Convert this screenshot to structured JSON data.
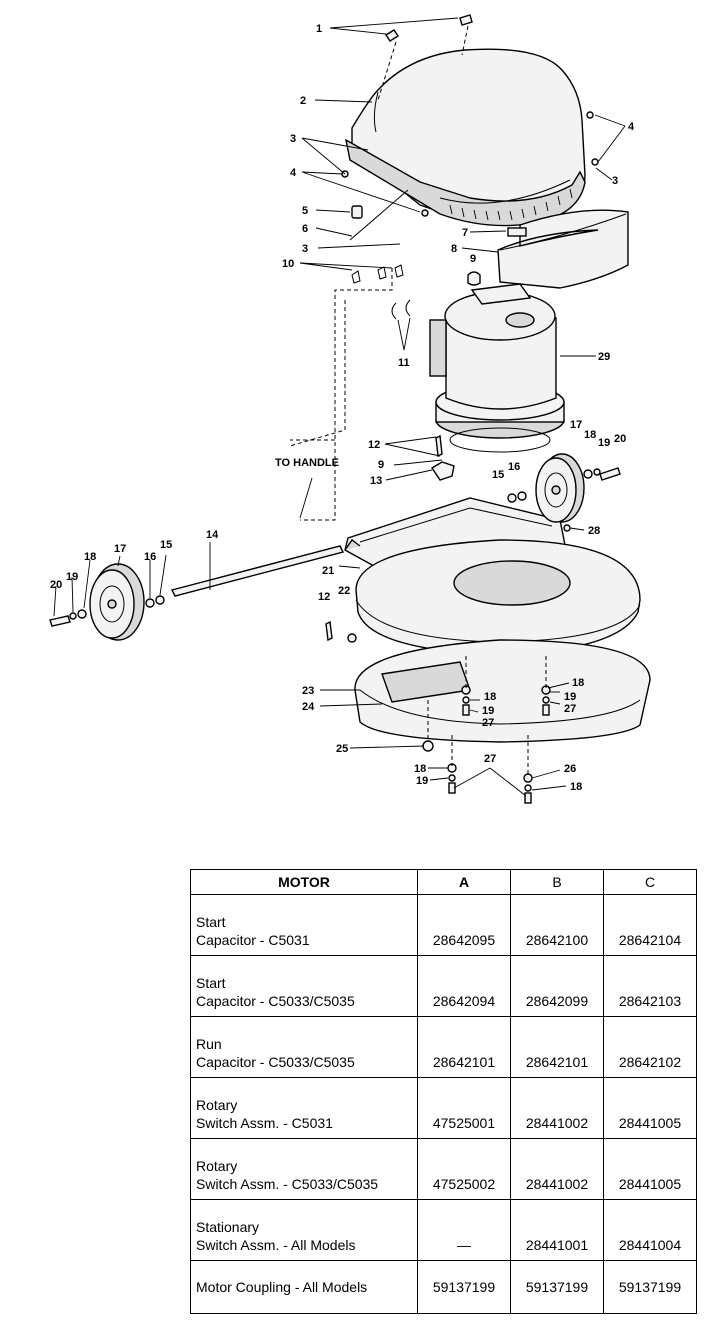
{
  "diagram": {
    "callouts": [
      "1",
      "2",
      "3",
      "4",
      "3",
      "4",
      "5",
      "6",
      "7",
      "3",
      "8",
      "9",
      "10",
      "11",
      "29",
      "12",
      "9",
      "13",
      "17",
      "18",
      "19",
      "20",
      "15",
      "16",
      "28",
      "14",
      "17",
      "16",
      "15",
      "18",
      "19",
      "20",
      "21",
      "12",
      "22",
      "23",
      "24",
      "18",
      "19",
      "27",
      "18",
      "19",
      "27",
      "25",
      "18",
      "19",
      "27",
      "26",
      "18"
    ],
    "to_handle_label": "TO HANDLE"
  },
  "table": {
    "headers": {
      "motor": "MOTOR",
      "a": "A",
      "b": "B",
      "c": "C"
    },
    "rows": [
      {
        "line1": "Start",
        "line2": "Capacitor - C5031",
        "a": "28642095",
        "b": "28642100",
        "c": "28642104"
      },
      {
        "line1": "Start",
        "line2": "Capacitor - C5033/C5035",
        "a": "28642094",
        "b": "28642099",
        "c": "28642103"
      },
      {
        "line1": "Run",
        "line2": "Capacitor - C5033/C5035",
        "a": "28642101",
        "b": "28642101",
        "c": "28642102"
      },
      {
        "line1": "Rotary",
        "line2": "Switch Assm. - C5031",
        "a": "47525001",
        "b": "28441002",
        "c": "28441005"
      },
      {
        "line1": "Rotary",
        "line2": "Switch Assm. - C5033/C5035",
        "a": "47525002",
        "b": "28441002",
        "c": "28441005"
      },
      {
        "line1": "Stationary",
        "line2": "Switch Assm. - All Models",
        "a": "—",
        "b": "28441001",
        "c": "28441004"
      },
      {
        "line1": "Motor Coupling - All Models",
        "line2": "",
        "a": "59137199",
        "b": "59137199",
        "c": "59137199"
      }
    ]
  }
}
